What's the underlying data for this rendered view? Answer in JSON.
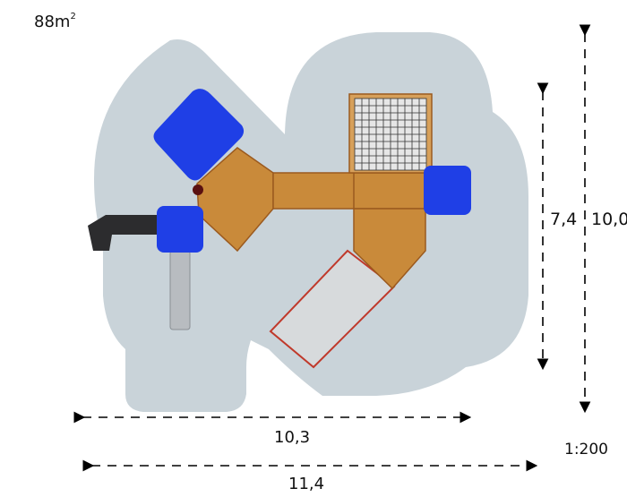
{
  "area": {
    "value": "88m",
    "unit_superscript": "2"
  },
  "dimensions": {
    "inner_height": "7,4",
    "outer_height": "10,0",
    "inner_width": "10,3",
    "outer_width": "11,4"
  },
  "scale": "1:200",
  "colors": {
    "safety_zone": "#c9d3d9",
    "deck_wood": "#c98a3a",
    "roof_blue": "#1f3fe6",
    "frame_red": "#c0392b",
    "slide_steel": "#b8bcc0"
  }
}
